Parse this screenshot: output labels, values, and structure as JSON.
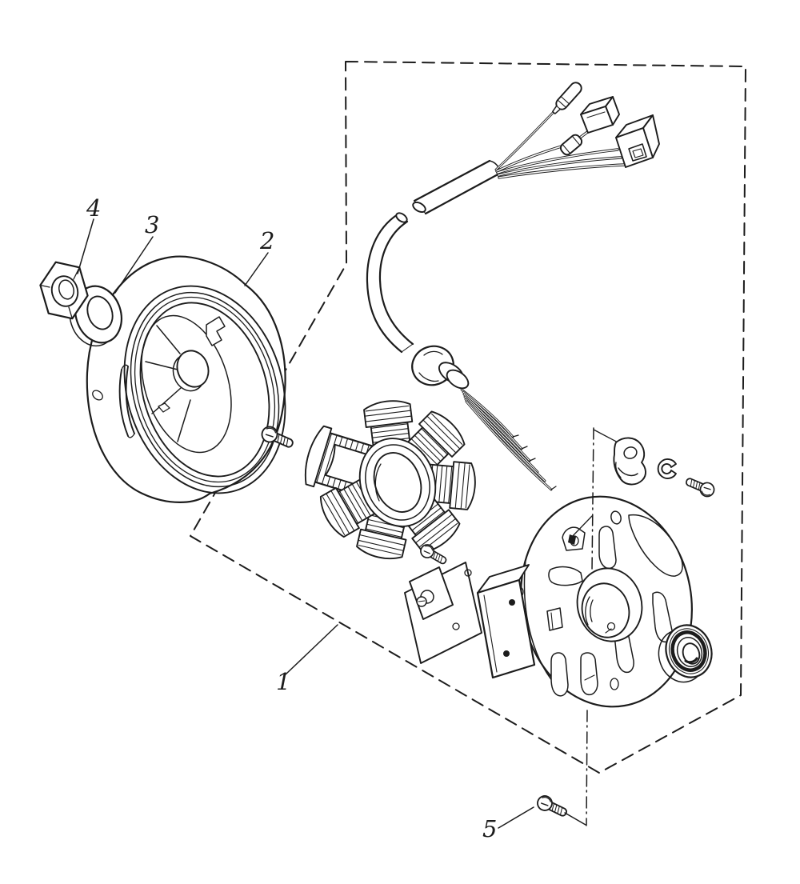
{
  "diagram": {
    "background": "#ffffff",
    "ink": "#1c1c1c",
    "callouts": [
      {
        "label": "1"
      },
      {
        "label": "2"
      },
      {
        "label": "3"
      },
      {
        "label": "4"
      },
      {
        "label": "5"
      }
    ]
  }
}
